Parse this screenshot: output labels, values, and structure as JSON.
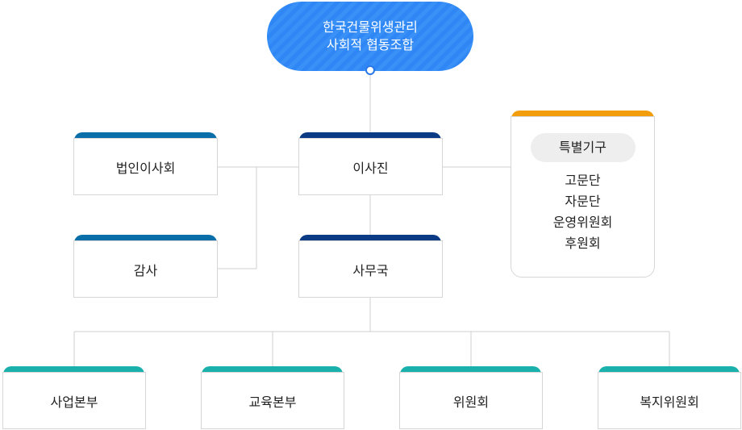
{
  "root": {
    "line1": "한국건물위생관리",
    "line2": "사회적 협동조합"
  },
  "colors": {
    "root_blue": "#2f87f5",
    "board_cap": "#0a6fa8",
    "center_cap": "#0b3b84",
    "special_cap": "#f29e0c",
    "division_cap": "#1ab0ab"
  },
  "nodes": {
    "board": "법인이사회",
    "auditor": "감사",
    "directors": "이사진",
    "secretariat": "사무국",
    "special": {
      "title": "특별기구",
      "items": [
        "고문단",
        "자문단",
        "운영위원회",
        "후원회"
      ]
    }
  },
  "divisions": [
    "사업본부",
    "교육본부",
    "위원회",
    "복지위원회"
  ]
}
